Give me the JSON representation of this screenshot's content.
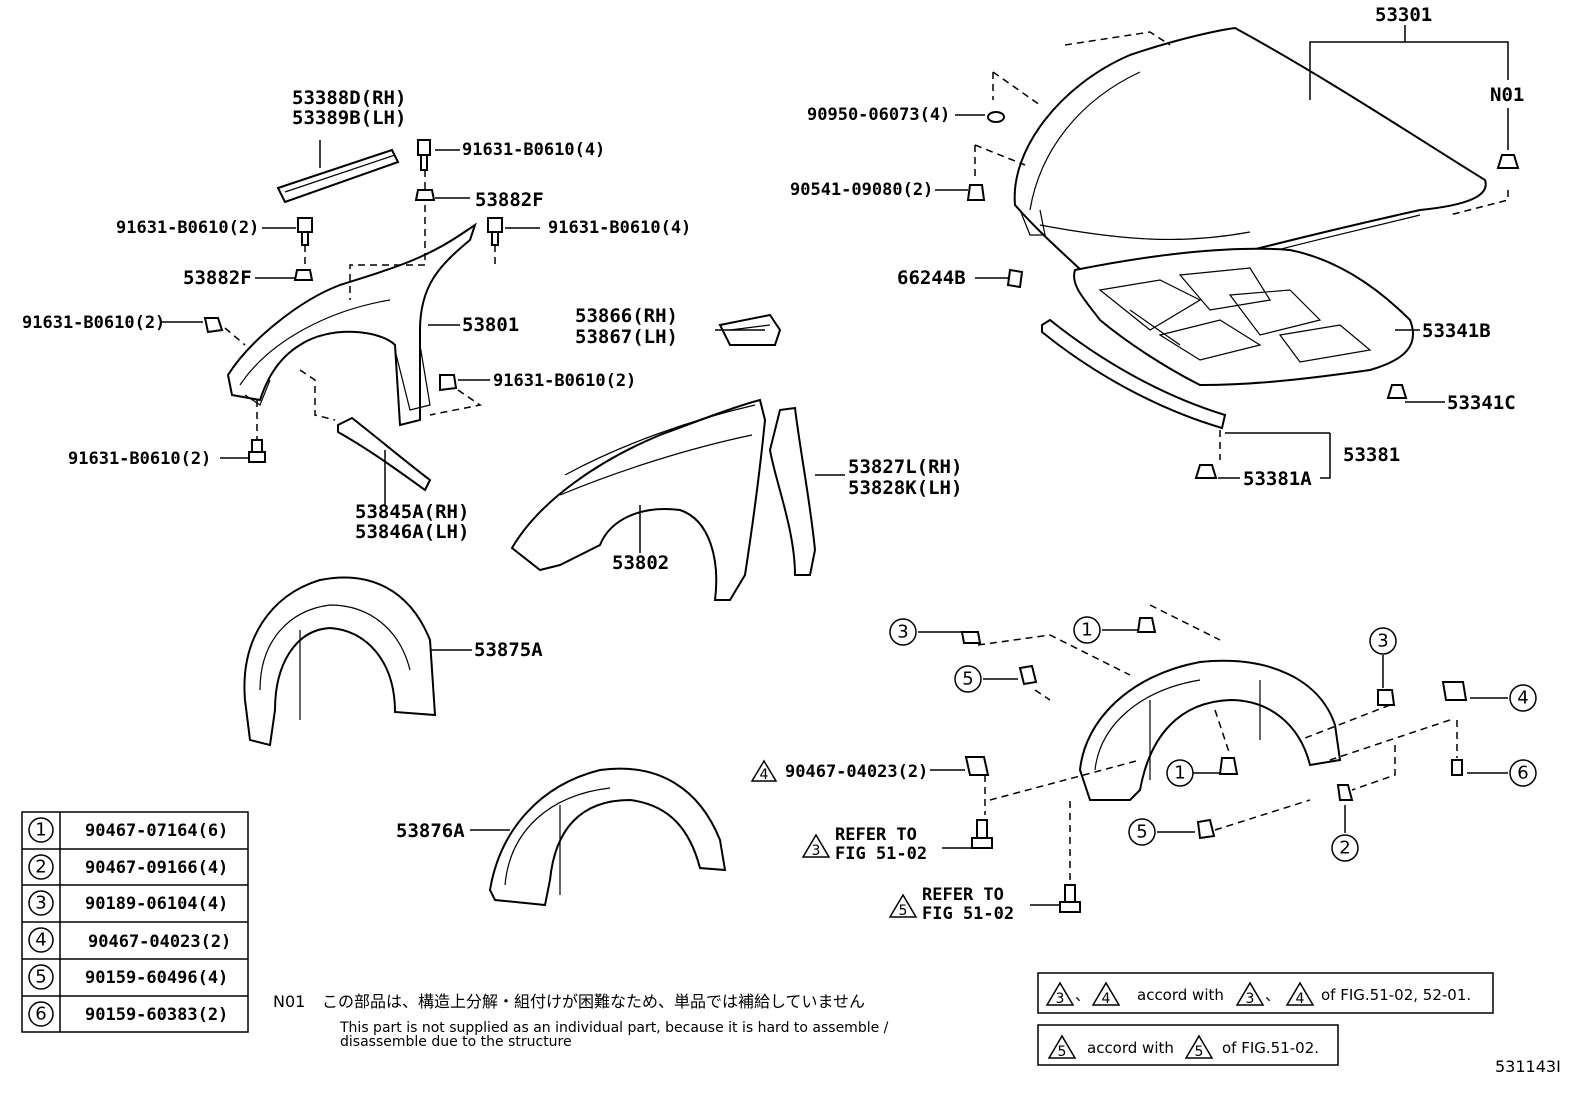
{
  "labels": {
    "hood": "53301",
    "n01_ref": "N01",
    "cushion_rh": "53388D(RH)",
    "cushion_lh": "53389B(LH)",
    "bolt_top": "91631-B0610(4)",
    "bracket_top": "53882F",
    "bolt_left_upper": "91631-B0610(2)",
    "bolt_right_upper": "91631-B0610(4)",
    "bracket_left": "53882F",
    "bolt_left_mid": "91631-B0610(2)",
    "fender_apron": "53801",
    "bolt_mid_right": "91631-B0610(2)",
    "bolt_left_low": "91631-B0610(2)",
    "brace_rh": "53845A(RH)",
    "brace_lh": "53846A(LH)",
    "clip_rh": "53866(RH)",
    "clip_lh": "53867(LH)",
    "fender": "53802",
    "seal_rh": "53827L(RH)",
    "seal_lh": "53828K(LH)",
    "liner_front": "53875A",
    "liner_rear": "53876A",
    "grommet": "90950-06073(4)",
    "cushion_stop": "90541-09080(2)",
    "label_part": "66244B",
    "insulator": "53341B",
    "insulator_clip": "53341C",
    "seal_hood": "53381",
    "seal_clip": "53381A",
    "nut_code": "90467-04023(2)",
    "refer_to": "REFER TO",
    "fig_ref": "FIG 51-02",
    "tri3": "3",
    "tri4": "4",
    "tri5": "5",
    "callouts": {
      "c1": "1",
      "c2": "2",
      "c3": "3",
      "c4": "4",
      "c5": "5",
      "c6": "6"
    }
  },
  "legend": [
    {
      "num": "1",
      "code": "90467-07164(6)"
    },
    {
      "num": "2",
      "code": "90467-09166(4)"
    },
    {
      "num": "3",
      "code": "90189-06104(4)"
    },
    {
      "num": "4",
      "code": "90467-04023(2)"
    },
    {
      "num": "5",
      "code": "90159-60496(4)"
    },
    {
      "num": "6",
      "code": "90159-60383(2)"
    }
  ],
  "notes": {
    "n01": "N01",
    "jp": "この部品は、構造上分解・組付けが困難なため、単品では補給していません",
    "en1": "This part is not supplied as an individual part, because it is hard to assemble /",
    "en2": "disassemble due to the structure",
    "accord1_sep1": "、",
    "accord1_mid": "accord with",
    "accord1_sep2": "、",
    "accord1_tail": "of FIG.51-02, 52-01.",
    "accord2_mid": "accord with",
    "accord2_tail": "of FIG.51-02."
  },
  "figure_id": "531143I"
}
